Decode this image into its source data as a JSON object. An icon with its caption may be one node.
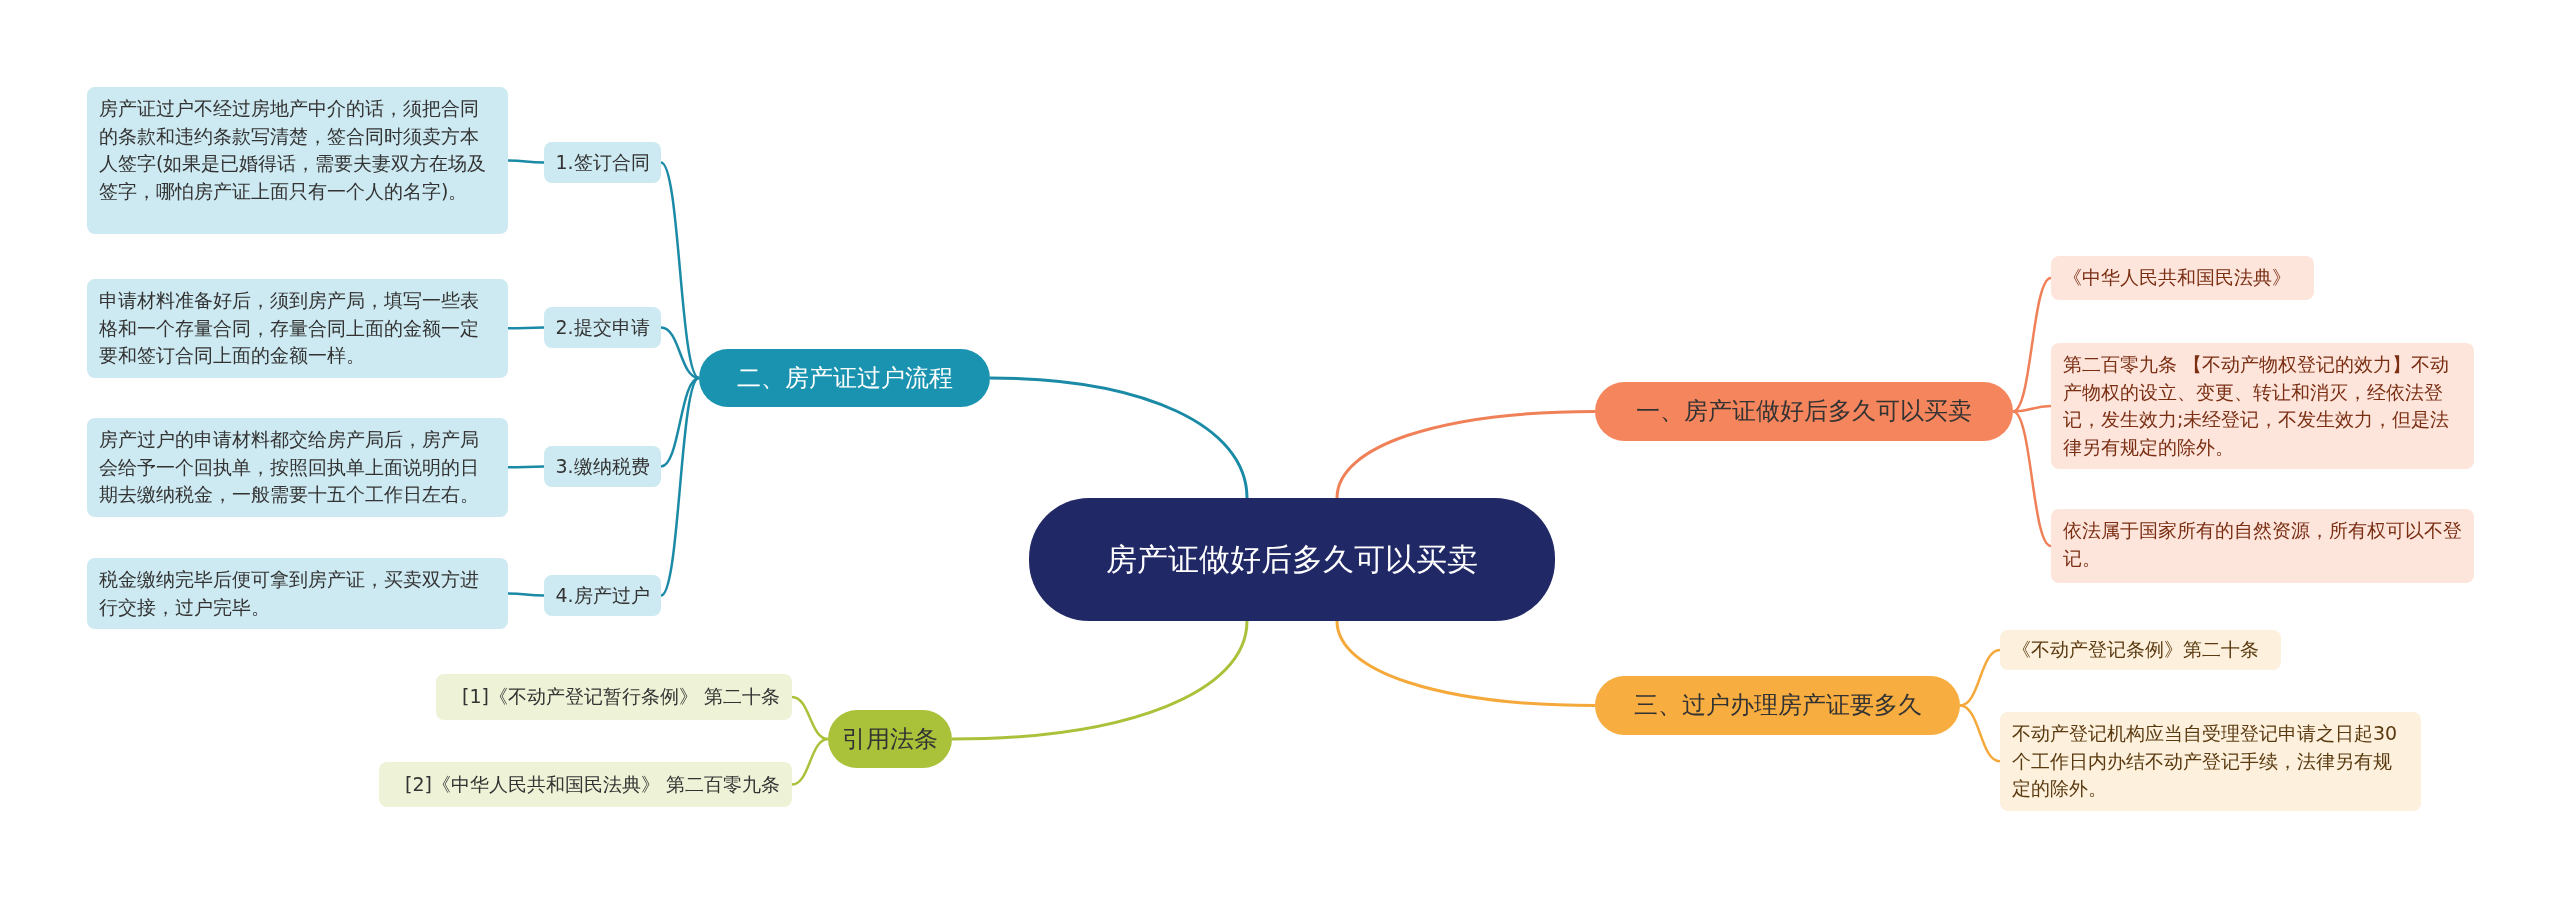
{
  "diagram": {
    "nodes": [
      {
        "text": [
          "房产证做好后多久可以买卖"
        ]
      },
      {
        "text": [
          "二、房产证过户流程"
        ]
      },
      {
        "text": [
          "1.签订合同"
        ]
      },
      {
        "text": [
          "房产证过户不经过房地产中介的话，须把合同的条款和违约条款写清楚，签合同时须卖方本人签字(如果是已婚得话，需要夫妻双方在场及签字，哪怕房产证上面只有一个人的名字)。"
        ]
      },
      {
        "text": [
          "2.提交申请"
        ]
      },
      {
        "text": [
          "申请材料准备好后，须到房产局，填写一些表格和一个存量合同，存量合同上面的金额一定要和签订合同上面的金额一样。"
        ]
      },
      {
        "text": [
          "3.缴纳税费"
        ]
      },
      {
        "text": [
          "房产过户的申请材料都交给房产局后，房产局会给予一个回执单，按照回执单上面说明的日期去缴纳税金，一般需要十五个工作日左右。"
        ]
      },
      {
        "text": [
          "4.房产过户"
        ]
      },
      {
        "text": [
          "税金缴纳完毕后便可拿到房产证，买卖双方进行交接，过户完毕。"
        ]
      },
      {
        "text": [
          "引用法条"
        ]
      },
      {
        "text": [
          "[1]《不动产登记暂行条例》 第二十条"
        ]
      },
      {
        "text": [
          "[2]《中华人民共和国民法典》 第二百零九条"
        ]
      },
      {
        "text": [
          "一、房产证做好后多久可以买卖"
        ]
      },
      {
        "text": [
          "《中华人民共和国民法典》"
        ]
      },
      {
        "text": [
          "第二百零九条 【不动产物权登记的效力】不动产物权的设立、变更、转让和消灭，经依法登记，发生效力;未经登记，不发生效力，但是法律另有规定的除外。"
        ]
      },
      {
        "text": [
          "依法属于国家所有的自然资源，所有权可以不登记。"
        ]
      },
      {
        "text": [
          "三、过户办理房产证要多久"
        ]
      },
      {
        "text": [
          "《不动产登记条例》第二十条"
        ]
      },
      {
        "text": [
          "不动产登记机构应当自受理登记申请之日起30个工作日内办结不动产登记手续，法律另有规定的除外。"
        ]
      }
    ],
    "edges": [
      {
        "from": 0,
        "to": 1,
        "arrow": "none"
      },
      {
        "from": 1,
        "to": 2,
        "arrow": "none"
      },
      {
        "from": 2,
        "to": 3,
        "arrow": "none"
      },
      {
        "from": 1,
        "to": 4,
        "arrow": "none"
      },
      {
        "from": 4,
        "to": 5,
        "arrow": "none"
      },
      {
        "from": 1,
        "to": 6,
        "arrow": "none"
      },
      {
        "from": 6,
        "to": 7,
        "arrow": "none"
      },
      {
        "from": 1,
        "to": 8,
        "arrow": "none"
      },
      {
        "from": 8,
        "to": 9,
        "arrow": "none"
      },
      {
        "from": 0,
        "to": 10,
        "arrow": "none",
        "color": "#a9c23a"
      },
      {
        "from": 10,
        "to": 11,
        "arrow": "none",
        "color": "#a9c23a"
      },
      {
        "from": 10,
        "to": 12,
        "arrow": "none",
        "color": "#a9c23a"
      },
      {
        "from": 0,
        "to": 13,
        "arrow": "none",
        "color": "#ef8058"
      },
      {
        "from": 13,
        "to": 14,
        "arrow": "none",
        "color": "#ef8058"
      },
      {
        "from": 13,
        "to": 15,
        "arrow": "none",
        "color": "#ef8058"
      },
      {
        "from": 13,
        "to": 16,
        "arrow": "none",
        "color": "#ef8058"
      },
      {
        "from": 0,
        "to": 17,
        "arrow": "none",
        "color": "#f5a93a"
      },
      {
        "from": 17,
        "to": 18,
        "arrow": "none",
        "color": "#f5a93a"
      },
      {
        "from": 17,
        "to": 19,
        "arrow": "none",
        "color": "#f5a93a"
      }
    ]
  }
}
